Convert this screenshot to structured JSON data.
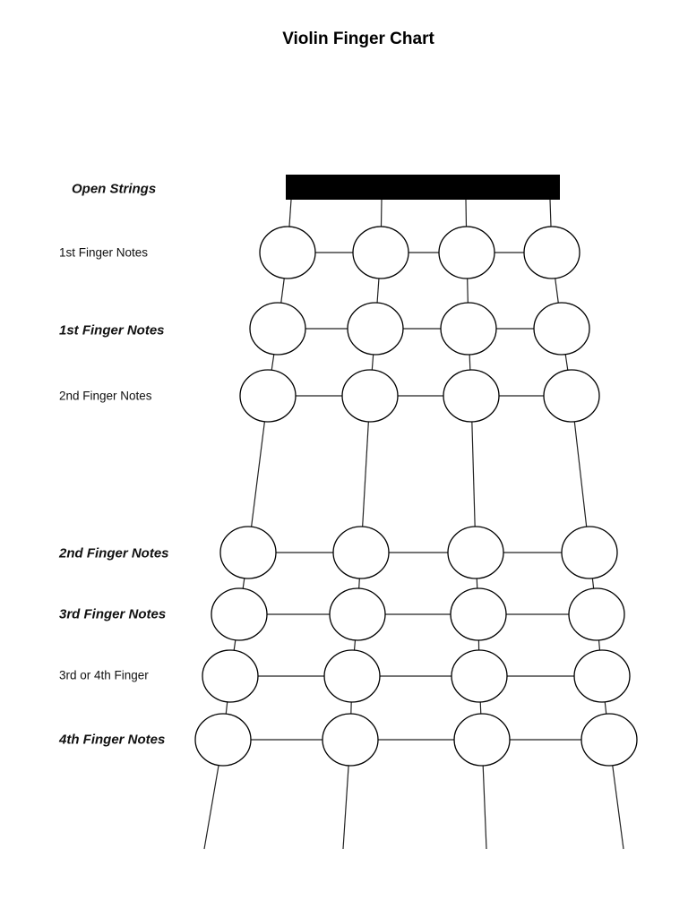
{
  "title": "Violin Finger Chart",
  "rows": [
    {
      "label": "Open Strings",
      "style": "emph"
    },
    {
      "label": "1st Finger Notes",
      "style": "plain"
    },
    {
      "label": "1st Finger Notes",
      "style": "emph"
    },
    {
      "label": "2nd Finger Notes",
      "style": "plain"
    },
    {
      "label": "2nd Finger Notes",
      "style": "emph"
    },
    {
      "label": "3rd Finger Notes",
      "style": "emph"
    },
    {
      "label": "3rd or 4th Finger",
      "style": "plain"
    },
    {
      "label": "4th Finger Notes",
      "style": "emph"
    }
  ],
  "strings_count": 4,
  "colors": {
    "ink": "#000000",
    "line": "#222222",
    "circle_fill": "#ffffff"
  }
}
